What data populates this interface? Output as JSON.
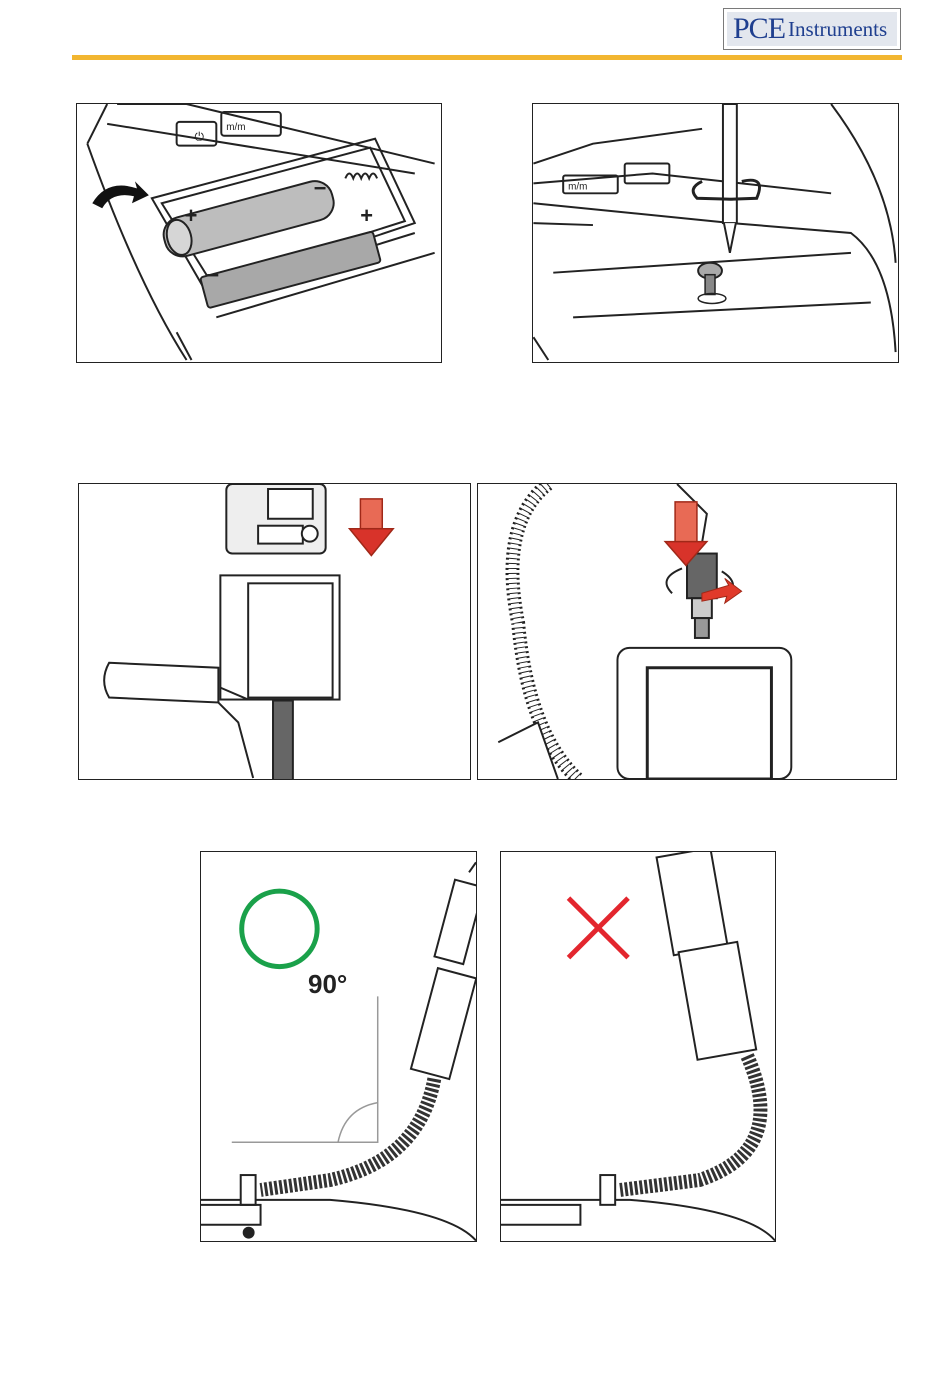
{
  "header": {
    "logo_pce": "PCE",
    "logo_instruments": "Instruments",
    "rule_color": "#f2b630",
    "logo_color": "#1f3f8f"
  },
  "figures": {
    "battery": {
      "plus_a": "+",
      "minus_a": "−",
      "plus_b": "+",
      "minus_b": "−",
      "spring_label": "m/m"
    },
    "screw": {
      "button_label": "m/m"
    },
    "mount": {
      "arrow_color": "#e03a2a"
    },
    "connector": {
      "arrow_color": "#e03a2a"
    },
    "correct": {
      "angle_label": "90°",
      "mark_color": "#1aa14a"
    },
    "wrong": {
      "mark_color": "#e3262e"
    }
  }
}
